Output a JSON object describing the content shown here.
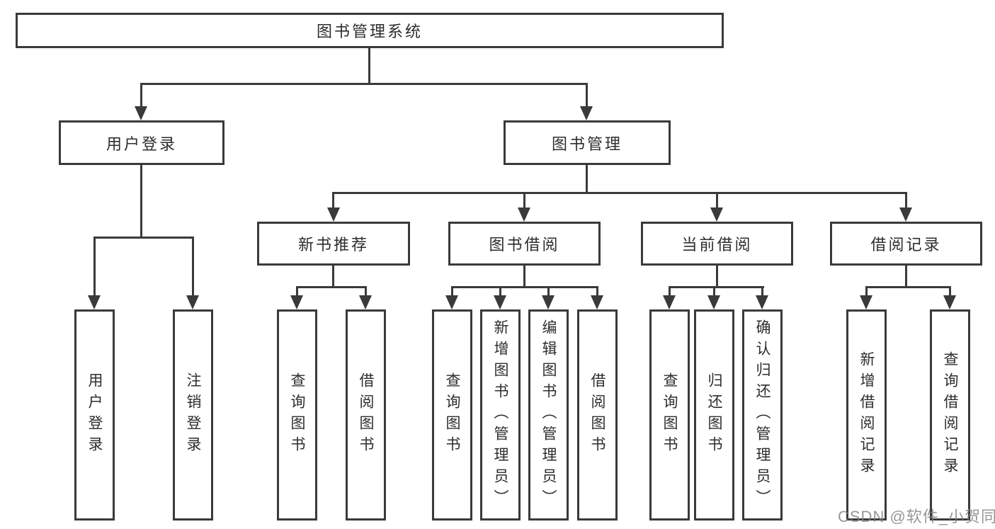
{
  "diagram": {
    "nodes": {
      "root": "图书管理系统",
      "user_login": "用户登录",
      "book_management": "图书管理",
      "new_book_recommend": "新书推荐",
      "book_borrow": "图书借阅",
      "current_borrow": "当前借阅",
      "borrow_records": "借阅记录"
    },
    "leaves": {
      "user_login_children": [
        "用户登录",
        "注销登录"
      ],
      "new_book_children": [
        "查询图书",
        "借阅图书"
      ],
      "book_borrow_children": [
        "查询图书",
        "新增图书（管理员）",
        "编辑图书（管理员）",
        "借阅图书"
      ],
      "current_borrow_children": [
        "查询图书",
        "归还图书",
        "确认归还（管理员）"
      ],
      "borrow_records_children": [
        "新增借阅记录",
        "查询借阅记录"
      ]
    },
    "watermark": "CSDN @软件_小贺同学",
    "colors": {
      "line": "#3a3a3a",
      "box_fill": "#ffffff",
      "text": "#2d2d2d",
      "background": "#ffffff",
      "watermark": "#7d7d7d"
    }
  }
}
